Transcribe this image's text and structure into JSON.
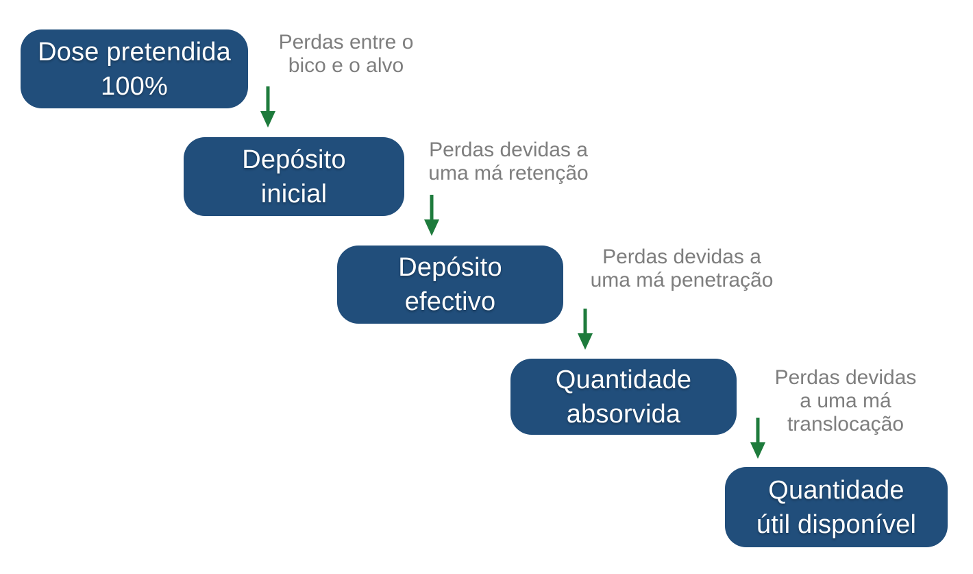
{
  "diagram": {
    "boxes": [
      {
        "name": "dose-pretendida",
        "lines": [
          "Dose pretendida",
          "100%"
        ]
      },
      {
        "name": "deposito-inicial",
        "lines": [
          "Depósito",
          "inicial"
        ]
      },
      {
        "name": "deposito-efectivo",
        "lines": [
          "Depósito",
          "efectivo"
        ]
      },
      {
        "name": "quantidade-absorvida",
        "lines": [
          "Quantidade",
          "absorvida"
        ]
      },
      {
        "name": "quantidade-util-disponivel",
        "lines": [
          "Quantidade",
          "útil disponível"
        ]
      }
    ],
    "loss_labels": [
      {
        "lines": [
          "Perdas entre o",
          "bico e o alvo"
        ]
      },
      {
        "lines": [
          "Perdas devidas a",
          "uma má retenção"
        ]
      },
      {
        "lines": [
          "Perdas devidas a",
          "uma má penetração"
        ]
      },
      {
        "lines": [
          "Perdas devidas",
          "a uma má",
          "translocação"
        ]
      }
    ],
    "colors": {
      "background": "#FFFFFF",
      "box_fill": "#214E7B",
      "box_text": "#FFFFFF",
      "label_text": "#7E7E7E",
      "arrow": "#1E7B3C"
    }
  }
}
